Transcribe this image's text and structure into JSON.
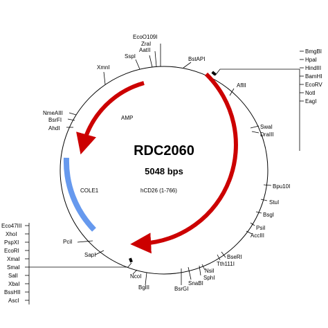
{
  "title": "RDC2060",
  "size_label": "5048 bps",
  "colors": {
    "amp": "#cc0000",
    "cds": "#cc0000",
    "ori": "#6699ee",
    "backbone": "#000000"
  },
  "features": [
    {
      "label": "AMP",
      "type": "arrow"
    },
    {
      "label": "COLE1",
      "type": "ori"
    },
    {
      "label": "hCD26 (1-766)",
      "type": "arrow"
    }
  ],
  "site_labels": {
    "ecoo109i": "EcoO109I",
    "zrai": "ZraI",
    "aatii": "AatII",
    "sspi": "SspI",
    "xmni": "XmnI",
    "bstapi": "BstAPI",
    "nmeaiii": "NmeAIII",
    "bsrfi": "BsrFI",
    "ahdi": "AhdI",
    "aflii": "AflII",
    "swai": "SwaI",
    "dralii": "DraIII",
    "bpu10i": "Bpu10I",
    "stui": "StuI",
    "bsgi": "BsgI",
    "psii": "PsiI",
    "accili": "AccIII",
    "bseri": "BseRI",
    "tth111i": "Tth111I",
    "nsii": "NsiI",
    "sphi": "SphI",
    "snabi": "SnaBI",
    "bsrgi": "BsrGI",
    "bglii": "BglII",
    "ncoi": "NcoI",
    "sapi": "SapI",
    "pcii": "PciI"
  },
  "mcs_right": [
    "BmgBI",
    "HpaI",
    "HindIII",
    "BamHI",
    "EcoRV",
    "NotI",
    "EagI"
  ],
  "mcs_left": [
    "Eco47III",
    "XhoI",
    "PspXI",
    "EcoRI",
    "XmaI",
    "SmaI",
    "SalI",
    "XbaI",
    "BssHII",
    "AscI"
  ]
}
